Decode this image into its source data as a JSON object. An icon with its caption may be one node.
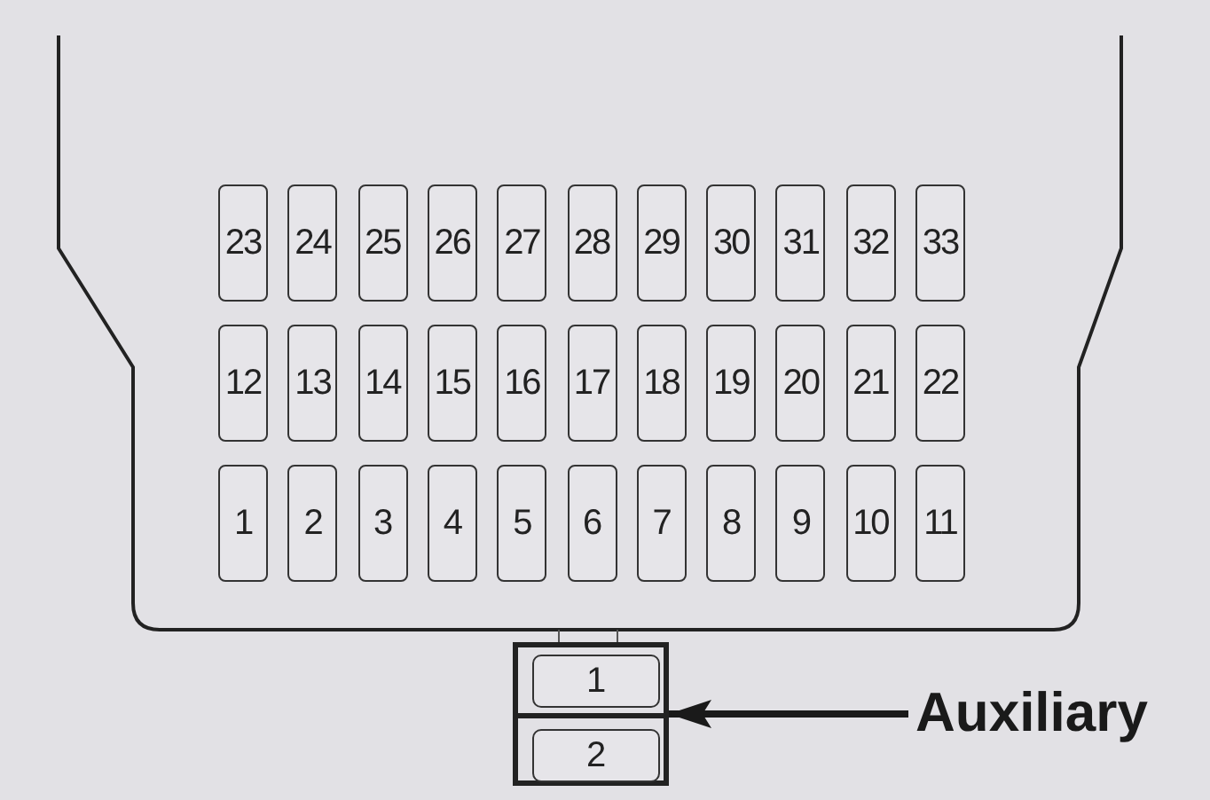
{
  "diagram": {
    "nodes": [
      {
        "text": [
          "23"
        ]
      },
      {
        "text": [
          "24"
        ]
      },
      {
        "text": [
          "25"
        ]
      },
      {
        "text": [
          "26"
        ]
      },
      {
        "text": [
          "27"
        ]
      },
      {
        "text": [
          "28"
        ]
      },
      {
        "text": [
          "29"
        ]
      },
      {
        "text": [
          "30"
        ]
      },
      {
        "text": [
          "31"
        ]
      },
      {
        "text": [
          "32"
        ]
      },
      {
        "text": [
          "33"
        ]
      },
      {
        "text": [
          "12"
        ]
      },
      {
        "text": [
          "13"
        ]
      },
      {
        "text": [
          "14"
        ]
      },
      {
        "text": [
          "15"
        ]
      },
      {
        "text": [
          "16"
        ]
      },
      {
        "text": [
          "17"
        ]
      },
      {
        "text": [
          "18"
        ]
      },
      {
        "text": [
          "19"
        ]
      },
      {
        "text": [
          "20"
        ]
      },
      {
        "text": [
          "21"
        ]
      },
      {
        "text": [
          "22"
        ]
      },
      {
        "text": [
          "1"
        ]
      },
      {
        "text": [
          "2"
        ]
      },
      {
        "text": [
          "3"
        ]
      },
      {
        "text": [
          "4"
        ]
      },
      {
        "text": [
          "5"
        ]
      },
      {
        "text": [
          "6"
        ]
      },
      {
        "text": [
          "7"
        ]
      },
      {
        "text": [
          "8"
        ]
      },
      {
        "text": [
          "9"
        ]
      },
      {
        "text": [
          "10"
        ]
      },
      {
        "text": [
          "11"
        ]
      },
      {
        "text": [],
        "shape": "box"
      },
      {
        "text": [
          "1"
        ],
        "in": 33
      },
      {
        "text": [
          "2"
        ],
        "in": 33
      },
      {
        "text": [
          "Auxiliary"
        ]
      }
    ],
    "edges": [
      {
        "from": 36,
        "to": 33,
        "arrow": "to"
      }
    ]
  }
}
